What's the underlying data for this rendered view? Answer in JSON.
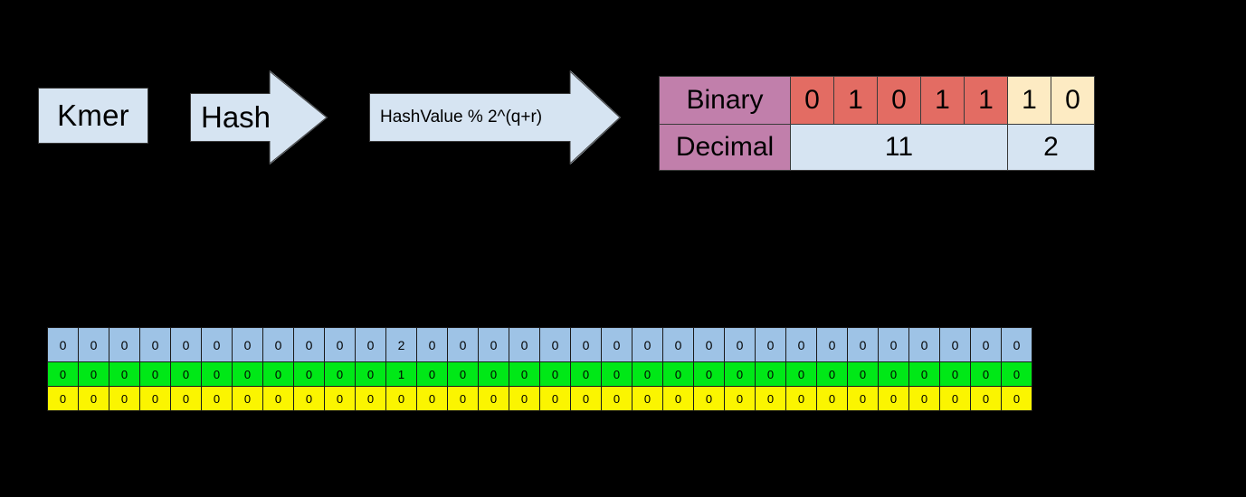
{
  "pipeline": {
    "kmer_label": "Kmer",
    "hash_arrow_label": "Hash",
    "mod_arrow_label": "HashValue % 2^(q+r)"
  },
  "quotient_remainder_table": {
    "rows": [
      {
        "label": "Binary",
        "cells": [
          "0",
          "1",
          "0",
          "1",
          "1",
          "1",
          "0"
        ]
      },
      {
        "label": "Decimal",
        "cells": [
          "11",
          "2"
        ]
      }
    ],
    "quotient_bits": [
      "0",
      "1",
      "0",
      "1",
      "1"
    ],
    "remainder_bits": [
      "1",
      "0"
    ],
    "quotient_decimal": "11",
    "remainder_decimal": "2"
  },
  "filter_grid": {
    "column_count": 32,
    "rows": [
      {
        "name": "occupied-row",
        "color": "#9EC3E6",
        "values": [
          "0",
          "0",
          "0",
          "0",
          "0",
          "0",
          "0",
          "0",
          "0",
          "0",
          "0",
          "2",
          "0",
          "0",
          "0",
          "0",
          "0",
          "0",
          "0",
          "0",
          "0",
          "0",
          "0",
          "0",
          "0",
          "0",
          "0",
          "0",
          "0",
          "0",
          "0",
          "0"
        ]
      },
      {
        "name": "runend-row",
        "color": "#00E817",
        "values": [
          "0",
          "0",
          "0",
          "0",
          "0",
          "0",
          "0",
          "0",
          "0",
          "0",
          "0",
          "1",
          "0",
          "0",
          "0",
          "0",
          "0",
          "0",
          "0",
          "0",
          "0",
          "0",
          "0",
          "0",
          "0",
          "0",
          "0",
          "0",
          "0",
          "0",
          "0",
          "0"
        ]
      },
      {
        "name": "shifted-row",
        "color": "#FBF500",
        "values": [
          "0",
          "0",
          "0",
          "0",
          "0",
          "0",
          "0",
          "0",
          "0",
          "0",
          "0",
          "0",
          "0",
          "0",
          "0",
          "0",
          "0",
          "0",
          "0",
          "0",
          "0",
          "0",
          "0",
          "0",
          "0",
          "0",
          "0",
          "0",
          "0",
          "0",
          "0",
          "0"
        ]
      }
    ]
  },
  "colors": {
    "background": "#000000",
    "arrow_fill": "#D6E4F2",
    "label_fill": "#C17FAB",
    "quotient_fill": "#E36C63",
    "remainder_fill": "#FDEBC3",
    "decimal_fill": "#D6E4F2",
    "grid_blue": "#9EC3E6",
    "grid_green": "#00E817",
    "grid_yellow": "#FBF500"
  }
}
